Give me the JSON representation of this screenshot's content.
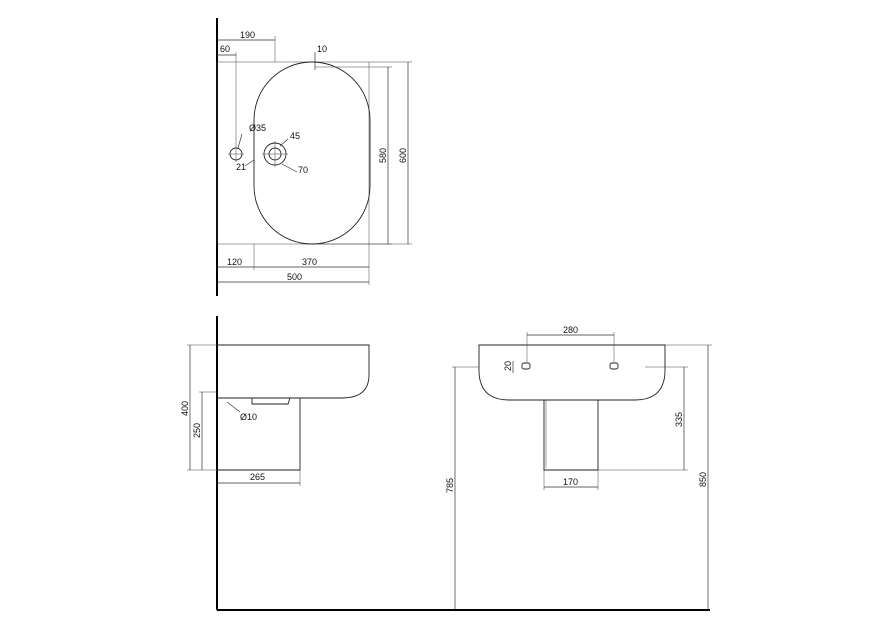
{
  "plan_view": {
    "dim_tap_offset": "190",
    "dim_overflow_offset": "60",
    "dim_rim": "10",
    "dim_overflow_dia": "Ø35",
    "dim_tap_hole": "45",
    "dim_overflow_drop": "21",
    "dim_tap_surround": "70",
    "dim_bowl_depth": "580",
    "dim_total_depth": "600",
    "dim_left_margin": "120",
    "dim_bowl_width": "370",
    "dim_total_width": "500"
  },
  "side_view": {
    "dim_basin_height": "400",
    "dim_pedestal_height": "250",
    "dim_waste_dia": "Ø10",
    "dim_pedestal_depth": "265"
  },
  "front_view": {
    "dim_tap_centres": "280",
    "dim_hole_height": "20",
    "dim_pedestal_front": "335",
    "dim_floor_to_basin": "785",
    "dim_floor_to_rim": "850",
    "dim_pedestal_width": "170"
  }
}
